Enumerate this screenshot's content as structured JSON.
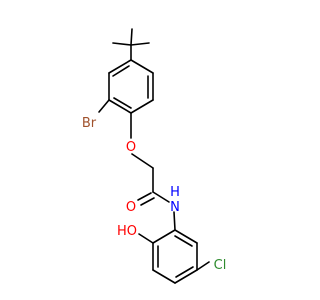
{
  "molecule": {
    "atoms": {
      "bromine": {
        "symbol": "Br",
        "color": "#a0522d"
      },
      "ether_oxygen": {
        "symbol": "O",
        "color": "#ff0000"
      },
      "carbonyl_oxygen": {
        "symbol": "O",
        "color": "#ff0000"
      },
      "amide_nitrogen": {
        "symbol": "N",
        "color": "#0000ff"
      },
      "amide_hydrogen": {
        "symbol": "H",
        "color": "#0000ff"
      },
      "hydroxyl_group": {
        "symbol": "HO",
        "color": "#ff0000"
      },
      "chlorine": {
        "symbol": "Cl",
        "color": "#2e8b2e"
      }
    },
    "bond_color": "#000000"
  }
}
